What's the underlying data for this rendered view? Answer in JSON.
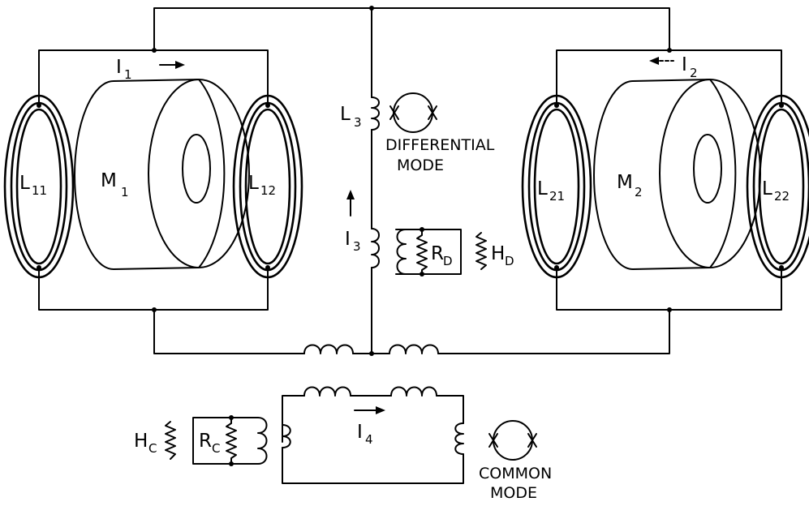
{
  "labels": {
    "I1": "I",
    "I1_sub": "1",
    "I2": "I",
    "I2_sub": "2",
    "I3_top": "L",
    "I3_top_sub": "3",
    "I3": "I",
    "I3_sub": "3",
    "I4": "I",
    "I4_sub": "4",
    "L11": "L",
    "L11_sub": "11",
    "L12": "L",
    "L12_sub": "12",
    "L21": "L",
    "L21_sub": "21",
    "L22": "L",
    "L22_sub": "22",
    "M1": "M",
    "M1_sub": "1",
    "M2": "M",
    "M2_sub": "2",
    "RD": "R",
    "RD_sub": "D",
    "HD": "H",
    "HD_sub": "D",
    "RC": "R",
    "RC_sub": "C",
    "HC": "H",
    "HC_sub": "C"
  },
  "captions": {
    "differential_line1": "DIFFERENTIAL",
    "differential_line2": "MODE",
    "common_line1": "COMMON",
    "common_line2": "MODE"
  }
}
